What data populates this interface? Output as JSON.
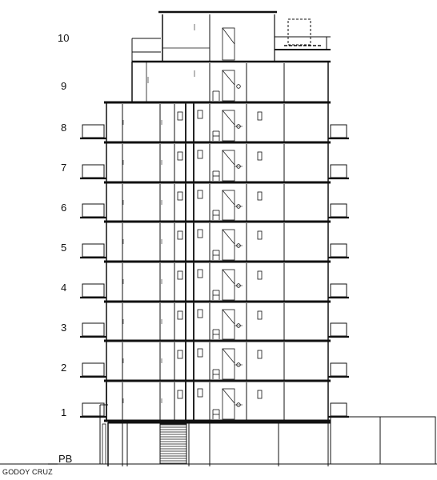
{
  "floors": [
    "10",
    "9",
    "8",
    "7",
    "6",
    "5",
    "4",
    "3",
    "2",
    "1",
    "PB"
  ],
  "street_label": "GODOY CRUZ"
}
